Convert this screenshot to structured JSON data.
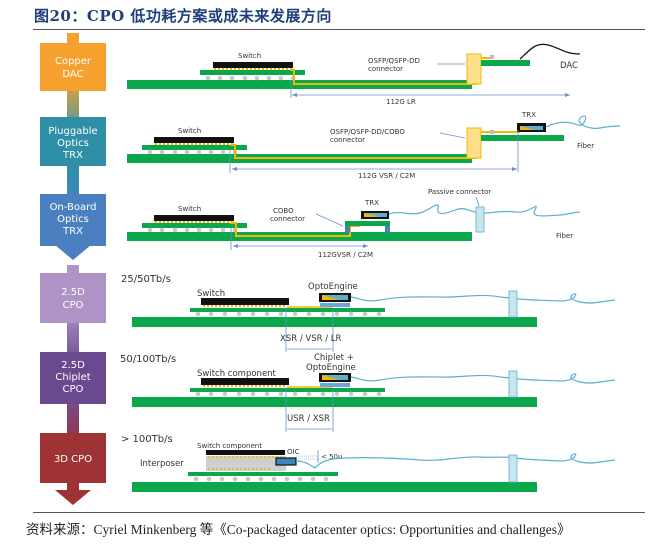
{
  "figure": {
    "title": "图20：CPO 低功耗方案或成未来发展方向",
    "source": "资料来源：Cyriel Minkenberg 等《Co-packaged datacenter optics: Opportunities and challenges》"
  },
  "stages": [
    {
      "id": "copper-dac",
      "line1": "Copper",
      "line2": "DAC",
      "line3": "",
      "color": "#f6a030"
    },
    {
      "id": "pluggable",
      "line1": "Pluggable",
      "line2": "Optics",
      "line3": "TRX",
      "color": "#2f8fa6"
    },
    {
      "id": "onboard",
      "line1": "On-Board",
      "line2": "Optics",
      "line3": "TRX",
      "color": "#4a7fc0"
    },
    {
      "id": "cpo-25d",
      "line1": "2.5D",
      "line2": "CPO",
      "line3": "",
      "color": "#ad93c6"
    },
    {
      "id": "chiplet-25d",
      "line1": "2.5D",
      "line2": "Chiplet",
      "line3": "CPO",
      "color": "#6a4a8f"
    },
    {
      "id": "cpo-3d",
      "line1": "3D CPO",
      "line2": "",
      "line3": "",
      "color": "#9e3234"
    }
  ],
  "rows": {
    "dac": {
      "switch": "Switch",
      "connector_1": "OSFP/QSFP-DD",
      "connector_2": "connector",
      "link": "112G LR",
      "end": "DAC"
    },
    "pluggable": {
      "switch": "Switch",
      "connector_1": "OSFP/QSFP-DD/COBO",
      "connector_2": "connector",
      "link": "112G VSR / C2M",
      "module": "TRX",
      "end": "Fiber"
    },
    "onboard": {
      "switch": "Switch",
      "connector_1": "COBO",
      "connector_2": "connector",
      "link": "112GVSR / C2M",
      "module": "TRX",
      "passive": "Passive connector",
      "end": "Fiber"
    },
    "cpo25": {
      "bandwidth": "25/50Tb/s",
      "switch": "Switch",
      "engine": "OptoEngine",
      "link": "XSR / VSR / LR"
    },
    "chiplet": {
      "bandwidth": "50/100Tb/s",
      "switch": "Switch component",
      "engine_1": "Chiplet +",
      "engine_2": "OptoEngine",
      "link": "USR / XSR"
    },
    "cpo3d": {
      "bandwidth": "> 100Tb/s",
      "switch": "Switch component",
      "interposer": "Interposer",
      "oic": "OIC",
      "gap": "< 50u"
    }
  },
  "colors": {
    "pcb": "#0aa84a",
    "solder": "#f2b705",
    "chip": "#111111",
    "ball": "#c8c8c8",
    "fiber": "#5ab0d0",
    "dim": "#6a8fc8",
    "connector": "#ffe08a"
  }
}
